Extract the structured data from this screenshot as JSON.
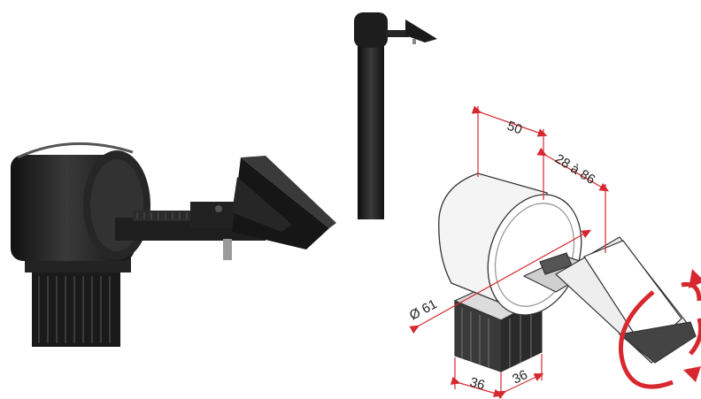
{
  "image": {
    "subject": "black plastic tube-mount clamp bracket with dimension drawing",
    "colors": {
      "background": "#ffffff",
      "part_black": "#1b1b1b",
      "part_highlight": "#4a4a4a",
      "dimension_line": "#d8282f",
      "drawing_line": "#333333"
    }
  },
  "dimensions": {
    "width_top": "50",
    "clamp_range": "28 à 86",
    "diameter": "Ø 61",
    "base_left": "36",
    "base_right": "36"
  }
}
